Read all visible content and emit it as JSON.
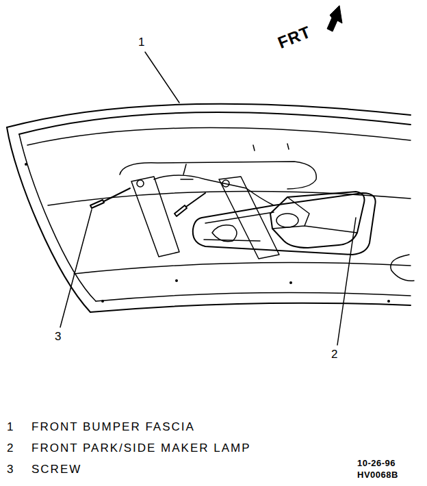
{
  "diagram": {
    "labels": [
      "FRT",
      "1",
      "2",
      "3",
      "1",
      "FRONT BUMPER FASCIA",
      "2",
      "FRONT PARK/SIDE MAKER LAMP",
      "3",
      "SCREW",
      "10-26-96",
      "HV0068B"
    ]
  }
}
